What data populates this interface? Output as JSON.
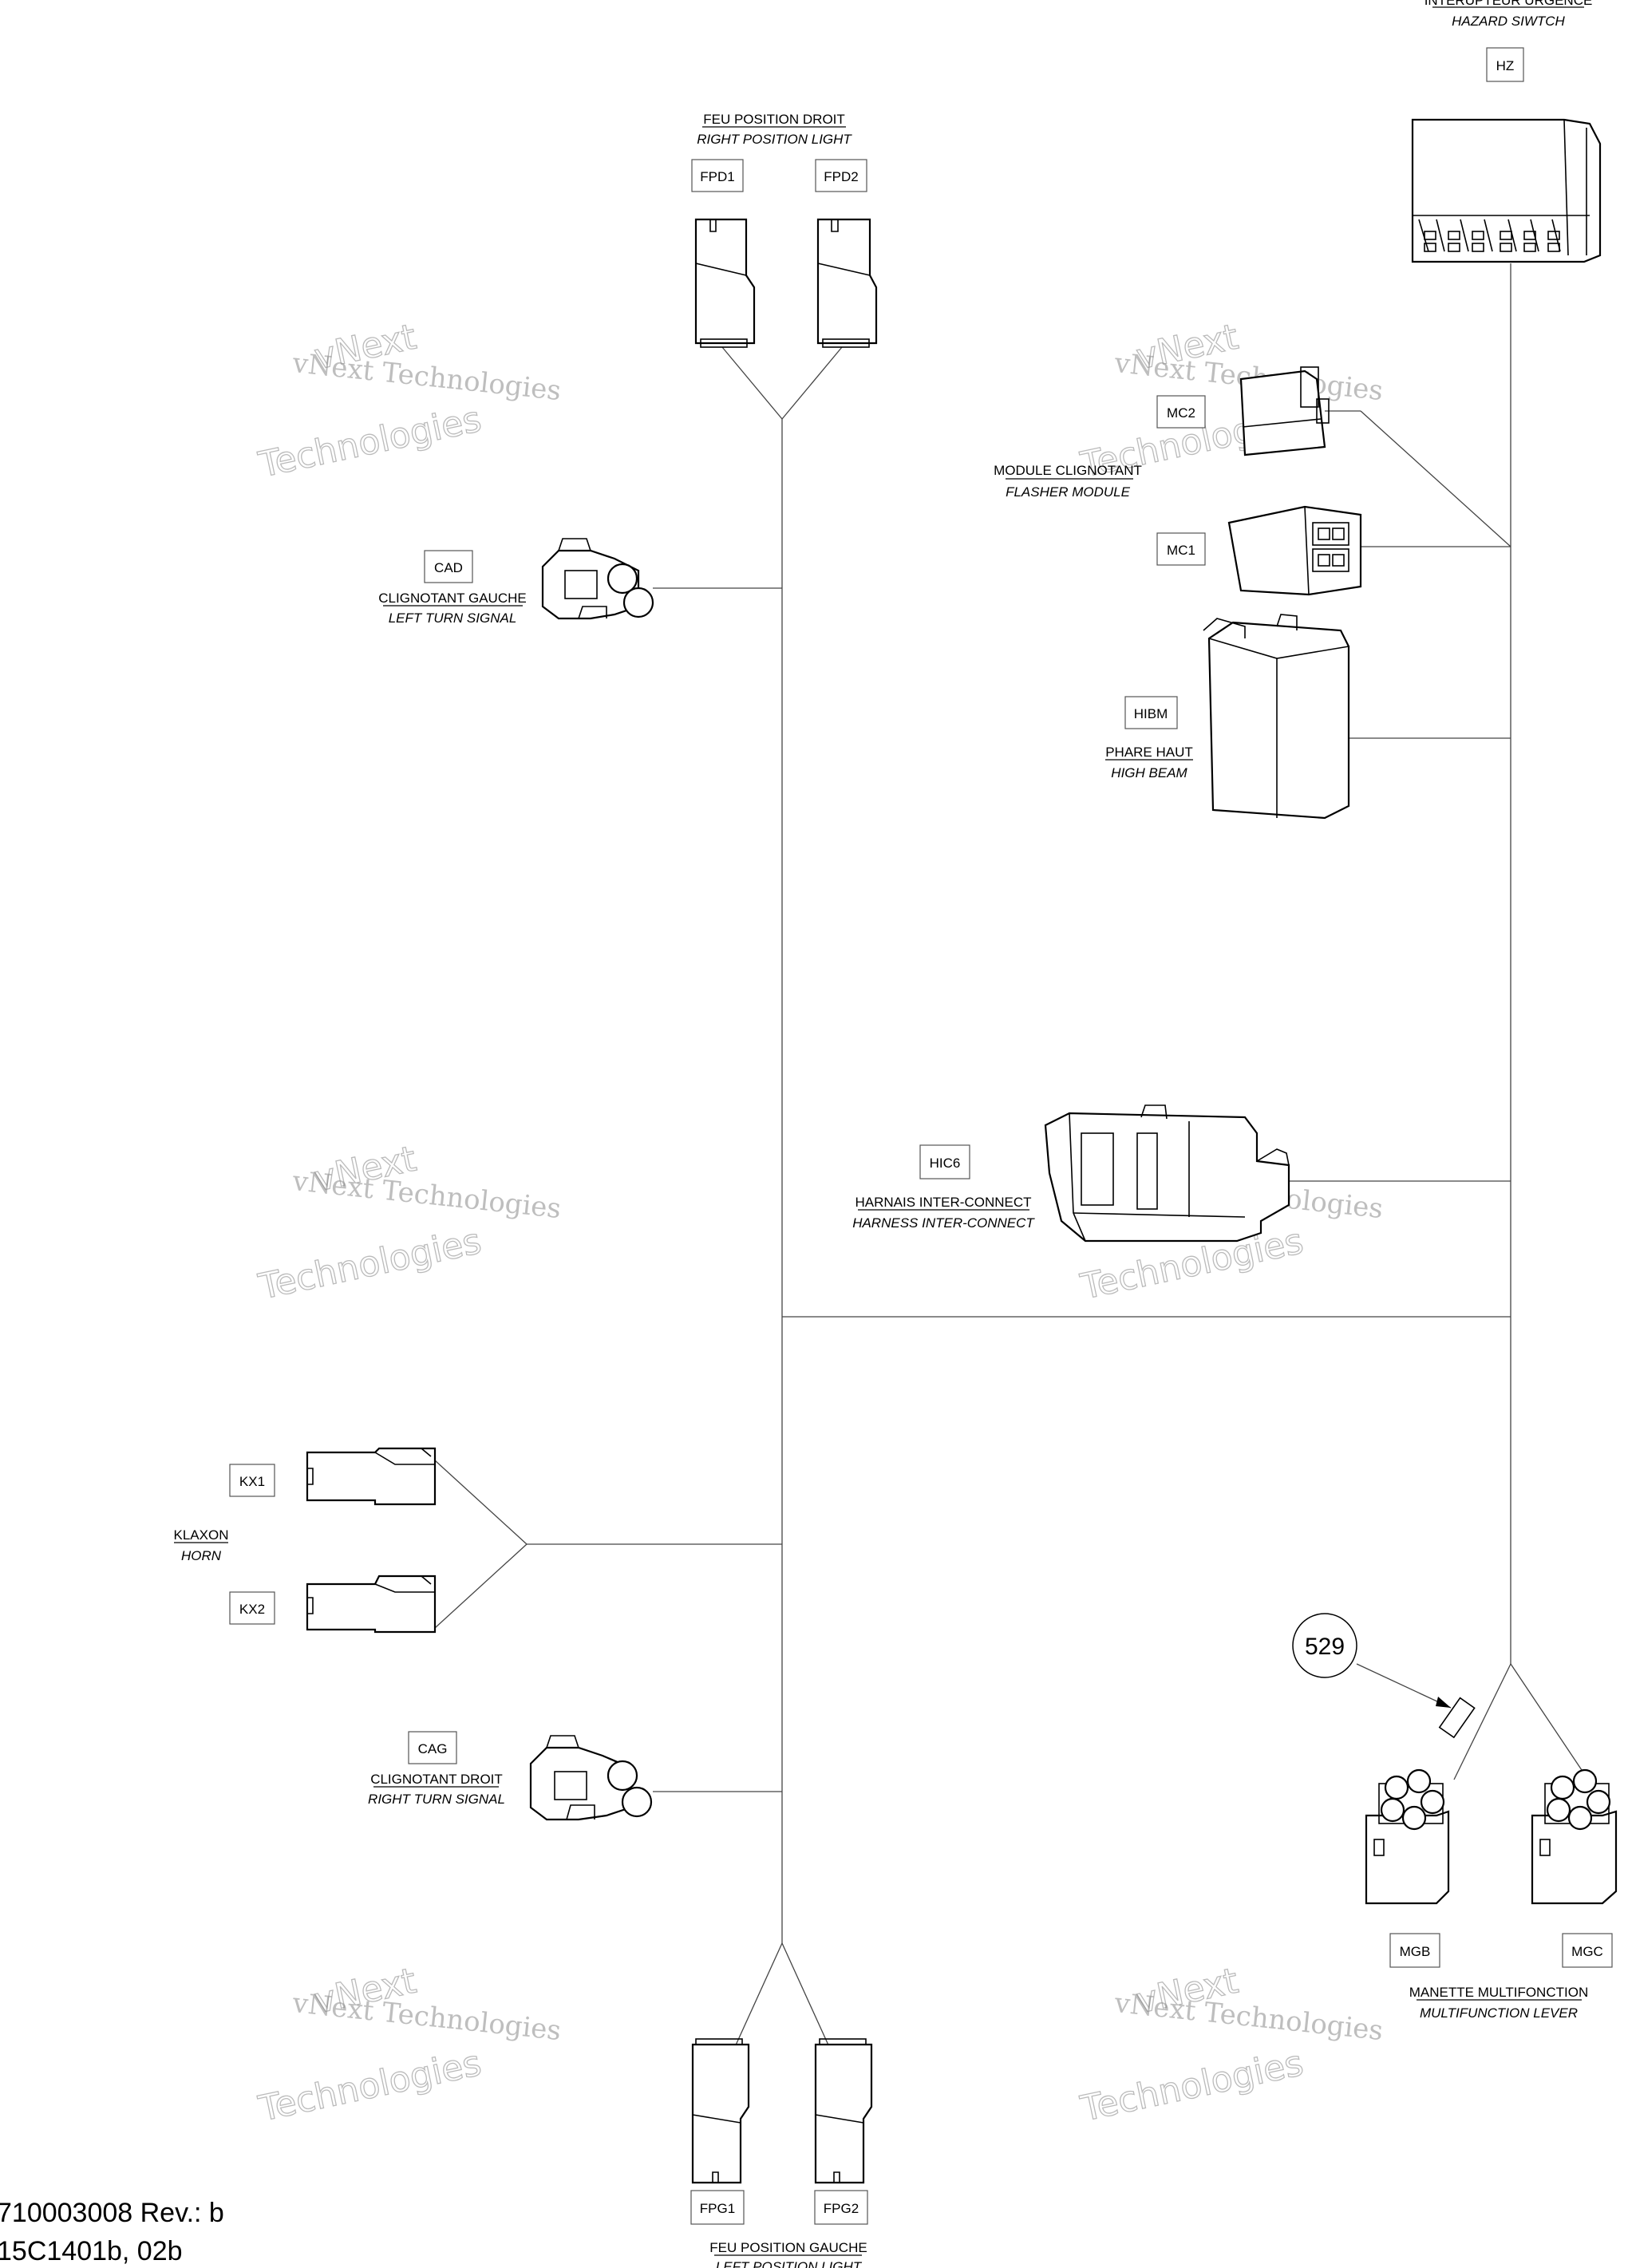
{
  "watermark": {
    "line1": "vNext",
    "line2": "vNext Technologies",
    "line3": "Technologies"
  },
  "components": {
    "hazard_switch": {
      "fr": "INTERUPTEUR URGENCE",
      "en": "HAZARD SIWTCH",
      "code": "HZ"
    },
    "right_position_light": {
      "fr": "FEU POSITION DROIT",
      "en": "RIGHT POSITION LIGHT",
      "codes": [
        "FPD1",
        "FPD2"
      ]
    },
    "flasher_module": {
      "fr": "MODULE CLIGNOTANT",
      "en": "FLASHER MODULE",
      "codes": [
        "MC2",
        "MC1"
      ]
    },
    "left_turn_signal": {
      "fr": "CLIGNOTANT GAUCHE",
      "en": "LEFT TURN SIGNAL",
      "code": "CAD"
    },
    "high_beam": {
      "fr": "PHARE HAUT",
      "en": "HIGH BEAM",
      "code": "HIBM"
    },
    "harness_interconnect": {
      "fr": "HARNAIS INTER-CONNECT",
      "en": "HARNESS INTER-CONNECT",
      "code": "HIC6"
    },
    "horn": {
      "fr": "KLAXON",
      "en": "HORN",
      "codes": [
        "KX1",
        "KX2"
      ]
    },
    "right_turn_signal": {
      "fr": "CLIGNOTANT DROIT",
      "en": "RIGHT TURN SIGNAL",
      "code": "CAG"
    },
    "multifunction_lever": {
      "fr": "MANETTE MULTIFONCTION",
      "en": "MULTIFUNCTION LEVER",
      "codes": [
        "MGB",
        "MGC"
      ]
    },
    "left_position_light": {
      "fr": "FEU POSITION GAUCHE",
      "en": "LEFT POSITION LIGHT",
      "codes": [
        "FPG1",
        "FPG2"
      ]
    }
  },
  "callout": "529",
  "footer": {
    "line1": "710003008 Rev.: b",
    "line2": "15C1401b, 02b"
  }
}
